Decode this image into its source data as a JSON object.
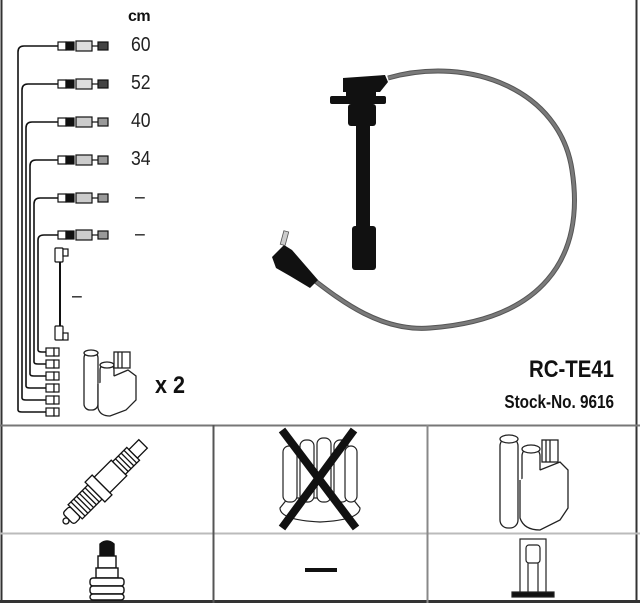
{
  "diagram": {
    "unit_label": "cm",
    "cables": [
      {
        "id": 1,
        "length": "60"
      },
      {
        "id": 2,
        "length": "52"
      },
      {
        "id": 3,
        "length": "40"
      },
      {
        "id": 4,
        "length": "34"
      },
      {
        "id": 5,
        "length": "–"
      },
      {
        "id": 6,
        "length": "–"
      },
      {
        "id": 7,
        "length": "–"
      }
    ],
    "coil_quantity": "x 2",
    "product": {
      "model": "RC-TE41",
      "stock_number": "Stock-No. 9616"
    },
    "application_grid": {
      "row1": [
        {
          "icon": "spark-plug-icon",
          "applies": true
        },
        {
          "icon": "distributor-cap-icon",
          "applies": false
        },
        {
          "icon": "ignition-coil-icon",
          "applies": true
        }
      ],
      "row2": [
        {
          "icon": "spark-plug-connector-icon",
          "applies": true
        },
        {
          "icon": "dash-none-icon",
          "value": "–"
        },
        {
          "icon": "coil-terminal-icon",
          "applies": true
        }
      ]
    },
    "colors": {
      "line": "#111111",
      "cable_gray": "#6b6b6b",
      "border": "#444444",
      "grid_line": "#888888"
    }
  }
}
